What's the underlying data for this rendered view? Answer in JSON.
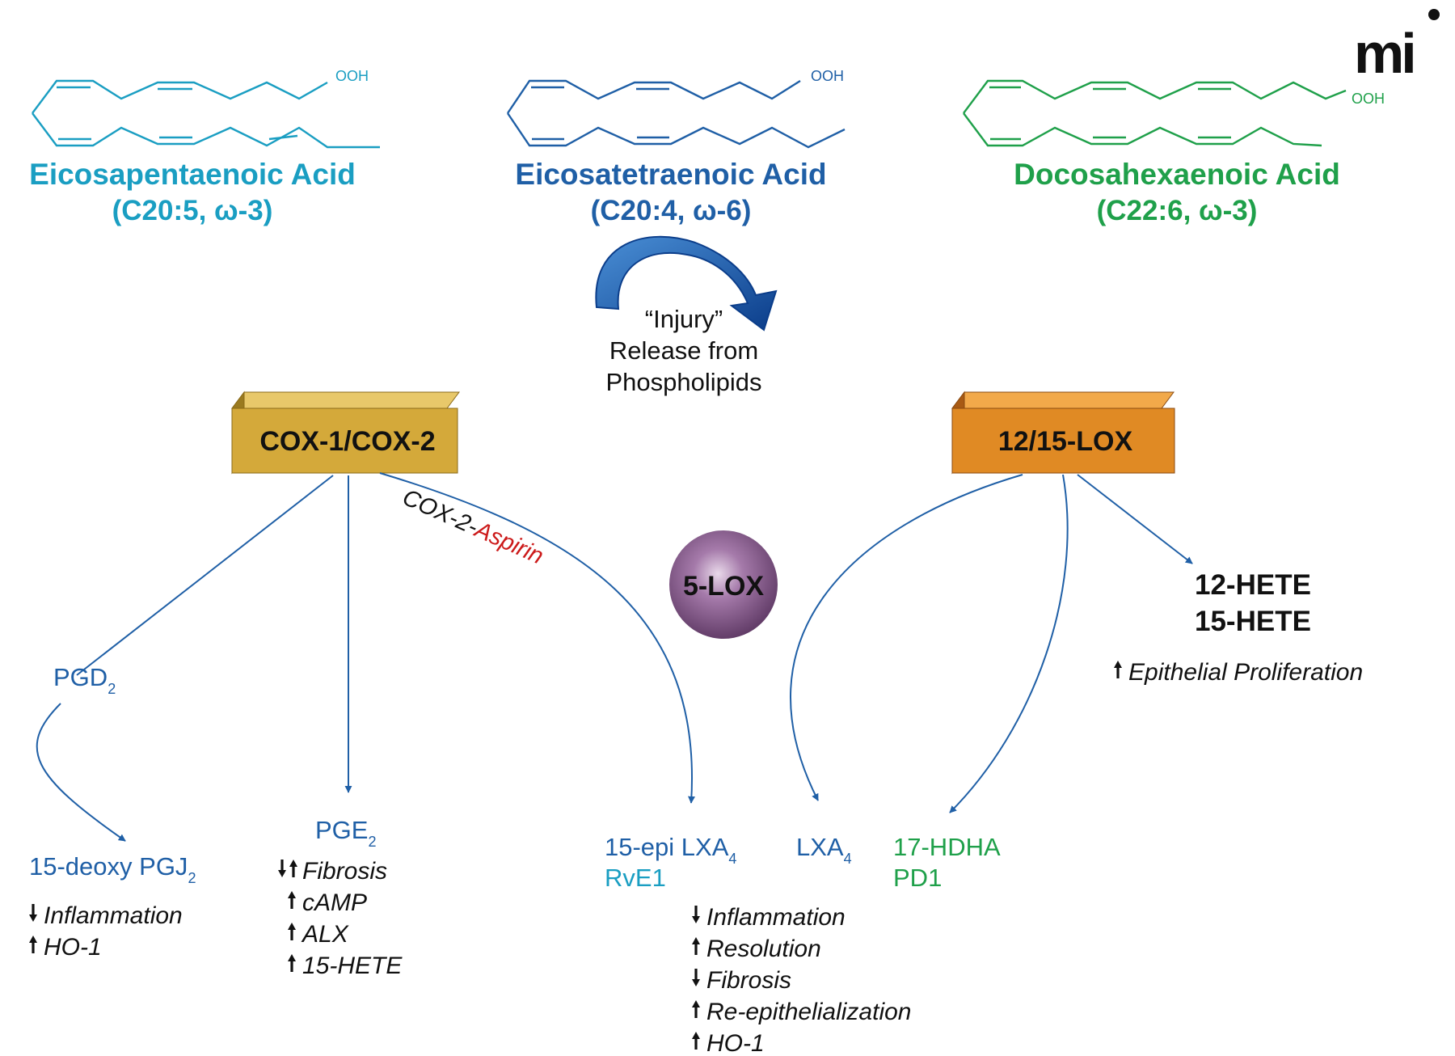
{
  "colors": {
    "epa": "#1a9ec2",
    "aa": "#1f5fa6",
    "dha": "#1fa04a",
    "arrow_line": "#1f5fa6",
    "aspirin": "#cc1a1a",
    "cox_box": "#d4a93a",
    "lox_box": "#e08a24",
    "five_lox_sphere": "#8a5a8f",
    "text": "#111111"
  },
  "fatty_acids": {
    "epa": {
      "name": "Eicosapentaenoic Acid",
      "formula": "(C20:5, ω-3)",
      "group": "OOH"
    },
    "aa": {
      "name": "Eicosatetraenoic Acid",
      "formula": "(C20:4, ω-6)",
      "group": "OOH"
    },
    "dha": {
      "name": "Docosahexaenoic Acid",
      "formula": "(C22:6, ω-3)",
      "group": "OOH"
    }
  },
  "release": {
    "line1": "“Injury”",
    "line2": "Release from",
    "line3": "Phospholipids"
  },
  "enzymes": {
    "cox": "COX-1/COX-2",
    "lox1215": "12/15-LOX",
    "lox5": "5-LOX",
    "cox2_label": "COX-2-",
    "aspirin_label": "Aspirin"
  },
  "products": {
    "pgd2": {
      "main": "PGD",
      "sub": "2"
    },
    "deoxy_pgj2": {
      "main": "15-deoxy PGJ",
      "sub": "2"
    },
    "pge2": {
      "main": "PGE",
      "sub": "2"
    },
    "epi_lxa4": {
      "main": "15-epi LXA",
      "sub": "4"
    },
    "rve1": "RvE1",
    "lxa4": {
      "main": "LXA",
      "sub": "4"
    },
    "hdha": "17-HDHA",
    "pd1": "PD1",
    "hete12": "12-HETE",
    "hete15": "15-HETE"
  },
  "effects": {
    "pgj2": [
      {
        "dir": "down",
        "text": "Inflammation"
      },
      {
        "dir": "up",
        "text": "HO-1"
      }
    ],
    "pge2": [
      {
        "dir": "downup",
        "text": "Fibrosis"
      },
      {
        "dir": "up",
        "text": "cAMP"
      },
      {
        "dir": "up",
        "text": "ALX"
      },
      {
        "dir": "up",
        "text": "15-HETE"
      }
    ],
    "lipoxins": [
      {
        "dir": "down",
        "text": "Inflammation"
      },
      {
        "dir": "up",
        "text": "Resolution"
      },
      {
        "dir": "down",
        "text": "Fibrosis"
      },
      {
        "dir": "up",
        "text": "Re-epithelialization"
      },
      {
        "dir": "up",
        "text": "HO-1"
      }
    ],
    "hete": [
      {
        "dir": "up",
        "text": "Epithelial Proliferation"
      }
    ]
  },
  "logo": {
    "text": "mi"
  }
}
